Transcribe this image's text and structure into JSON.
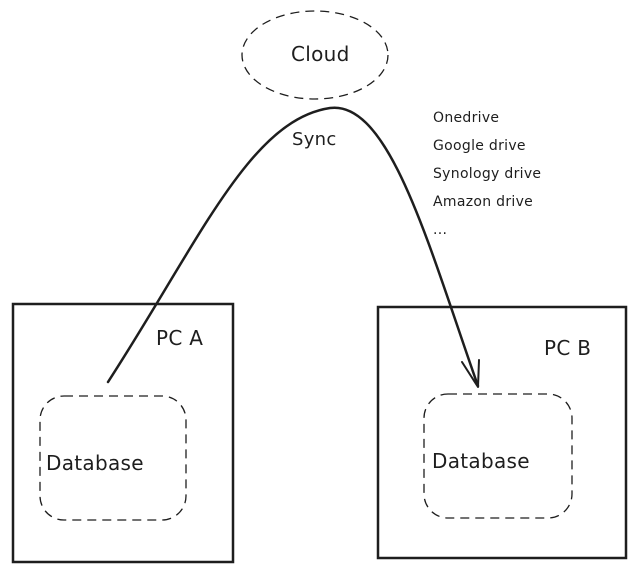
{
  "diagram": {
    "cloud": {
      "label": "Cloud"
    },
    "sync": {
      "label": "Sync"
    },
    "providers": [
      "Onedrive",
      "Google drive",
      "Synology drive",
      "Amazon drive",
      "..."
    ],
    "pc_a": {
      "label": "PC A",
      "database_label": "Database"
    },
    "pc_b": {
      "label": "PC B",
      "database_label": "Database"
    },
    "colors": {
      "stroke": "#1e1e1e",
      "background": "#ffffff"
    }
  }
}
